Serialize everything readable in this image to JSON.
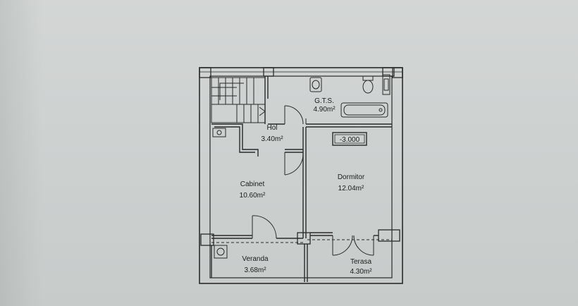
{
  "floor_plan": {
    "rooms": [
      {
        "id": "gts",
        "name": "G.T.S.",
        "area": "4.90m²"
      },
      {
        "id": "hol",
        "name": "Hol",
        "area": "3.40m²"
      },
      {
        "id": "cabinet",
        "name": "Cabinet",
        "area": "10.60m²"
      },
      {
        "id": "dormitor",
        "name": "Dormitor",
        "area": "12.04m²"
      },
      {
        "id": "veranda",
        "name": "Veranda",
        "area": "3.68m²"
      },
      {
        "id": "terasa",
        "name": "Terasa",
        "area": "4.30m²"
      }
    ],
    "elevation_marker": "-3.000"
  }
}
